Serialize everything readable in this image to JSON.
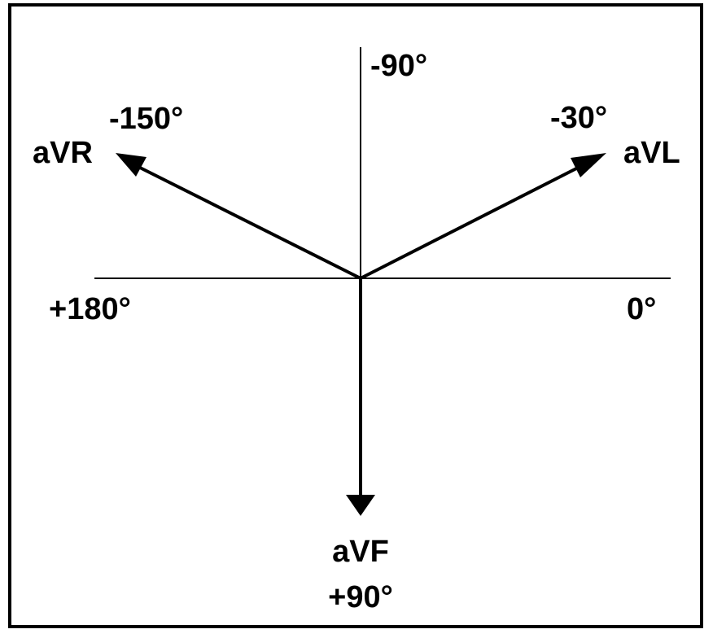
{
  "colors": {
    "background": "#ffffff",
    "ink": "#000000"
  },
  "axes": {
    "top_angle": "-90°",
    "left_angle": "+180°",
    "right_angle": "0°"
  },
  "leads": {
    "avr": {
      "name": "aVR",
      "angle": "-150°",
      "direction_deg": -150
    },
    "avl": {
      "name": "aVL",
      "angle": "-30°",
      "direction_deg": -30
    },
    "avf": {
      "name": "aVF",
      "angle": "+90°",
      "direction_deg": 90
    }
  }
}
